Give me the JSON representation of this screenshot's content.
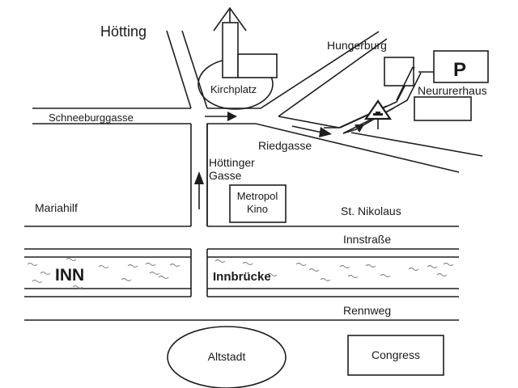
{
  "map": {
    "title": "Innsbruck directions map",
    "labels": {
      "hoetting": "Hötting",
      "schneeburggasse": "Schneeburggasse",
      "kirchplatz": "Kirchplatz",
      "hungerburg": "Hungerburg",
      "parking": "P",
      "neururerhaus": "Neururerhaus",
      "riedgasse": "Riedgasse",
      "hoettinger_gasse_1": "Höttinger",
      "hoettinger_gasse_2": "Gasse",
      "metropol_1": "Metropol",
      "metropol_2": "Kino",
      "mariahilf": "Mariahilf",
      "st_nikolaus": "St. Nikolaus",
      "innstrasse": "Innstraße",
      "inn": "INN",
      "innbruecke": "Innbrücke",
      "rennweg": "Rennweg",
      "altstadt": "Altstadt",
      "congress": "Congress"
    },
    "icons": {
      "parking": "parking-sign",
      "warning": "warning-triangle-sign",
      "direction_arrows": "arrow"
    },
    "colors": {
      "line": "#1e1e1e",
      "water": "#8a8a8a",
      "background": "#ffffff"
    }
  }
}
